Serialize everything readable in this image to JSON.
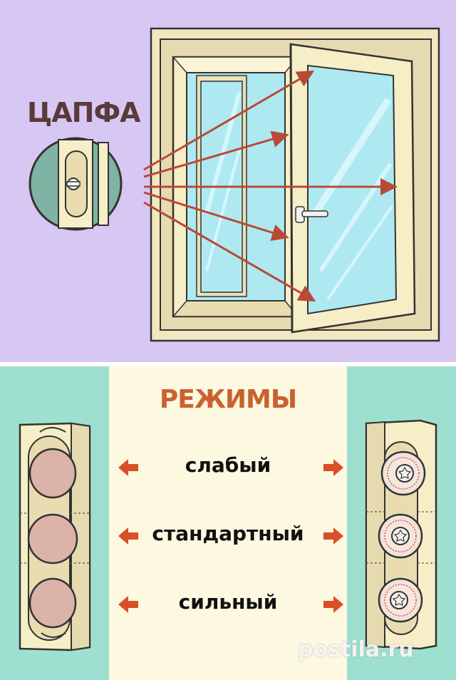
{
  "top_title": "ЦАПФА",
  "modes_title": "РЕЖИМЫ",
  "modes": [
    {
      "label": "слабый"
    },
    {
      "label": "стандартный"
    },
    {
      "label": "сильный"
    }
  ],
  "watermark": "postila.ru",
  "colors": {
    "top_bg": "#d6c8f2",
    "bottom_bg": "#9ee0cf",
    "mid_panel_bg": "#fdf8e0",
    "frame_cream": "#f6eec6",
    "glass_blue": "#aee9f2",
    "arrow_red": "#b94a36",
    "modes_title_color": "#c9622e",
    "top_title_color": "#5a3a3a"
  },
  "icons": [
    "trunnion-detail-icon",
    "window-icon",
    "arrow-left-icon",
    "arrow-right-icon",
    "eccentric-cam-icon"
  ]
}
